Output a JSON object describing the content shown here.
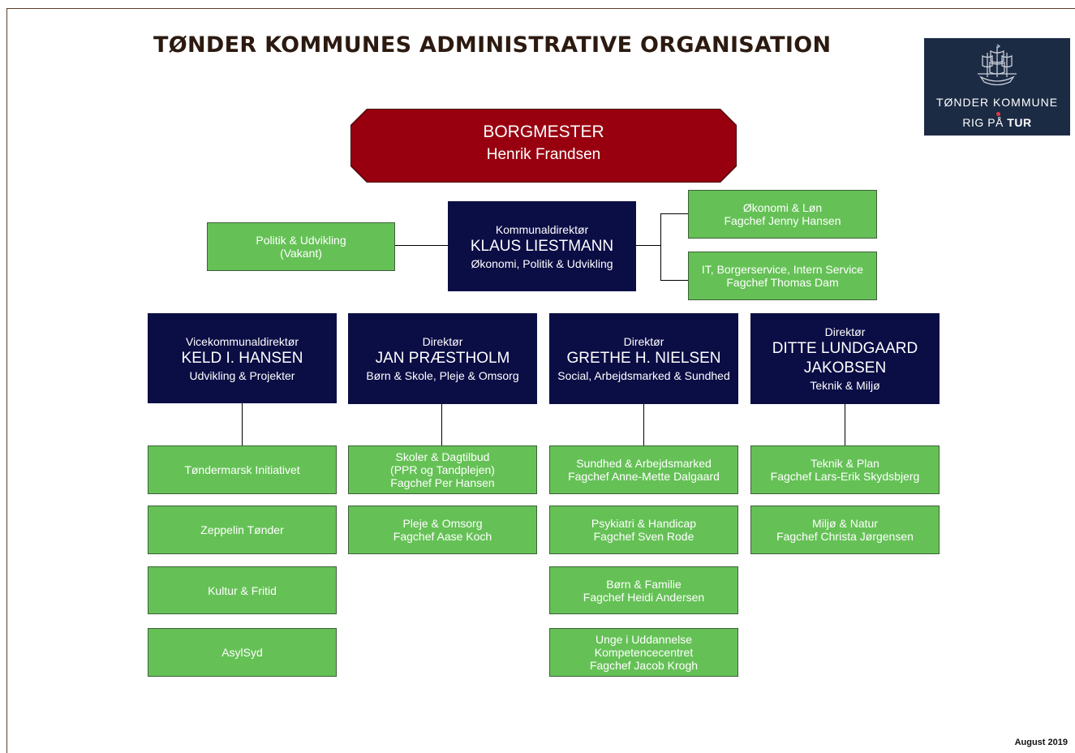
{
  "title": "TØNDER KOMMUNES ADMINISTRATIVE ORGANISATION",
  "logo": {
    "line1": "TØNDER KOMMUNE",
    "line2_prefix": "RIG PÅ",
    "line2_bold": "TUR",
    "icon": "ship-icon",
    "accent": "#e23a45"
  },
  "mayor": {
    "role": "BORGMESTER",
    "name": "Henrik Frandsen",
    "color": "#98000f"
  },
  "ceo": {
    "role": "Kommunaldirektør",
    "name": "KLAUS LIESTMANN",
    "area": "Økonomi, Politik & Udvikling"
  },
  "staff": {
    "politik": {
      "line1": "Politik & Udvikling",
      "line2": "(Vakant)"
    },
    "oekonomi": {
      "line1": "Økonomi & Løn",
      "line2": "Fagchef Jenny Hansen"
    },
    "it": {
      "line1": "IT, Borgerservice, Intern Service",
      "line2": "Fagchef Thomas Dam"
    }
  },
  "directors": [
    {
      "role": "Vicekommunaldirektør",
      "name": "KELD I. HANSEN",
      "area": "Udvikling & Projekter"
    },
    {
      "role": "Direktør",
      "name": "JAN PRÆSTHOLM",
      "area": "Børn & Skole, Pleje & Omsorg"
    },
    {
      "role": "Direktør",
      "name": "GRETHE H. NIELSEN",
      "area": "Social, Arbejdsmarked & Sundhed"
    },
    {
      "role": "Direktør",
      "name1": "DITTE LUNDGAARD",
      "name2": "JAKOBSEN",
      "area": "Teknik & Miljø"
    }
  ],
  "units": {
    "col1": [
      "Tøndermarsk Initiativet",
      "Zeppelin Tønder",
      "Kultur & Fritid",
      "AsylSyd"
    ],
    "col2": [
      {
        "l1": "Skoler & Dagtilbud",
        "l2": "(PPR og Tandplejen)",
        "l3": "Fagchef Per Hansen"
      },
      {
        "l1": "Pleje & Omsorg",
        "l2": "Fagchef Aase Koch"
      }
    ],
    "col3": [
      {
        "l1": "Sundhed & Arbejdsmarked",
        "l2": "Fagchef Anne-Mette Dalgaard"
      },
      {
        "l1": "Psykiatri & Handicap",
        "l2": "Fagchef Sven Rode"
      },
      {
        "l1": "Børn & Familie",
        "l2": "Fagchef Heidi Andersen"
      },
      {
        "l1": "Unge i Uddannelse",
        "l2": "Kompetencecentret",
        "l3": "Fagchef Jacob Krogh"
      }
    ],
    "col4": [
      {
        "l1": "Teknik & Plan",
        "l2": "Fagchef Lars-Erik Skydsbjerg"
      },
      {
        "l1": "Miljø & Natur",
        "l2": "Fagchef Christa Jørgensen"
      }
    ]
  },
  "colors": {
    "director": "#0b0d45",
    "unit": "#65c156"
  },
  "footer": "August 2019"
}
